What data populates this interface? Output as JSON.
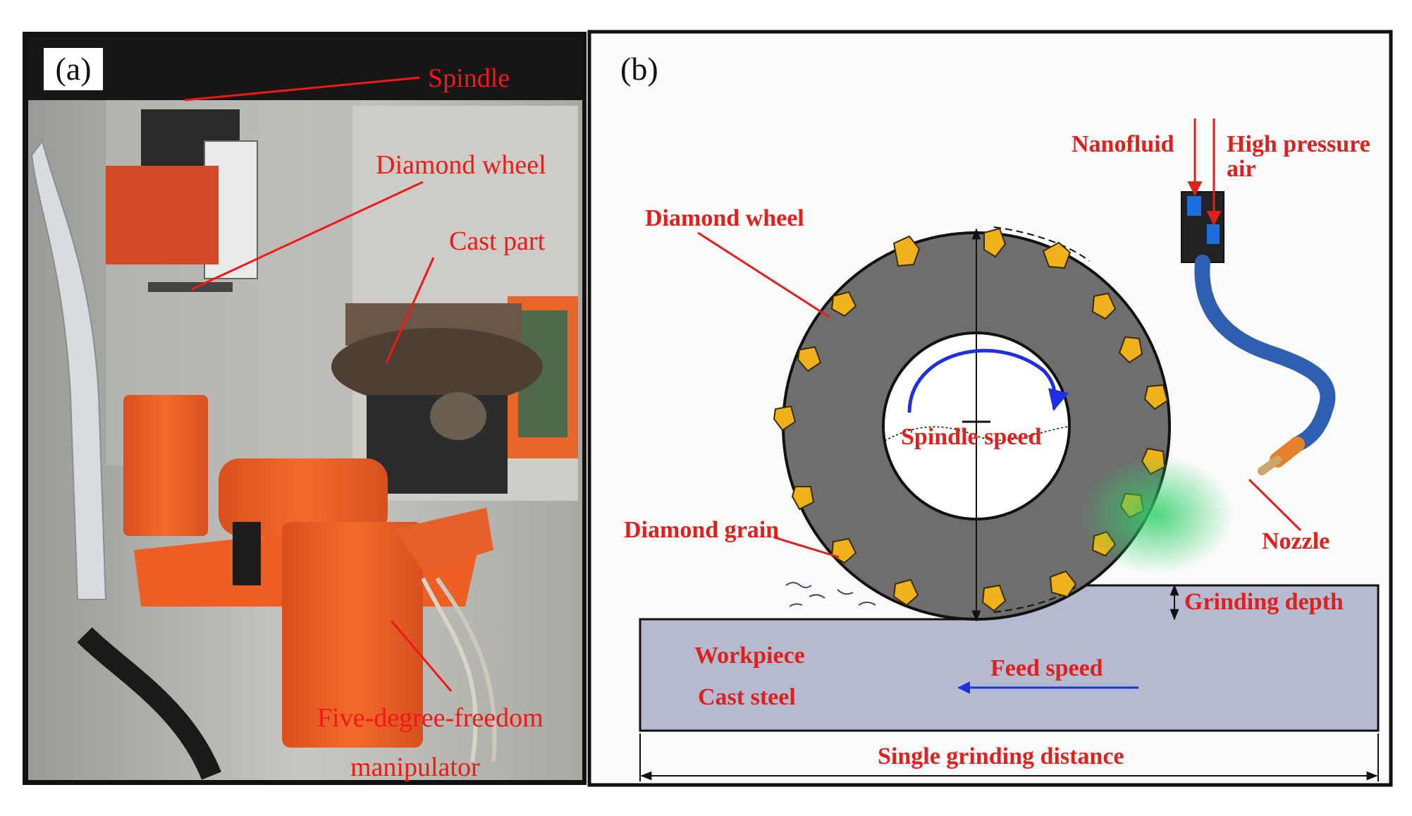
{
  "panel_a": {
    "tag": "(a)",
    "labels": {
      "spindle": "Spindle",
      "diamond_wheel": "Diamond wheel",
      "cast_part": "Cast part",
      "manipulator_line1": "Five-degree-freedom",
      "manipulator_line2": "manipulator"
    }
  },
  "panel_b": {
    "tag": "(b)",
    "labels": {
      "nanofluid": "Nanofluid",
      "air_line1": "High pressure",
      "air_line2": "air",
      "diamond_wheel": "Diamond wheel",
      "spindle_speed": "Spindle speed",
      "diamond_grain": "Diamond grain",
      "nozzle": "Nozzle",
      "grinding_depth": "Grinding depth",
      "workpiece_line1": "Workpiece",
      "workpiece_line2": "Cast steel",
      "feed_speed": "Feed speed",
      "single_distance": "Single grinding distance"
    }
  },
  "colors": {
    "label_red": "#e0201c",
    "wheel_gray": "#6e6e6e",
    "grain_yellow": "#f0b21a",
    "workpiece": "#b4bad0",
    "arrow_blue": "#1d2fe0",
    "mist_green": "#29c05a",
    "hose_blue": "#2e5fb0",
    "manipulator_orange": "#f0642a"
  }
}
